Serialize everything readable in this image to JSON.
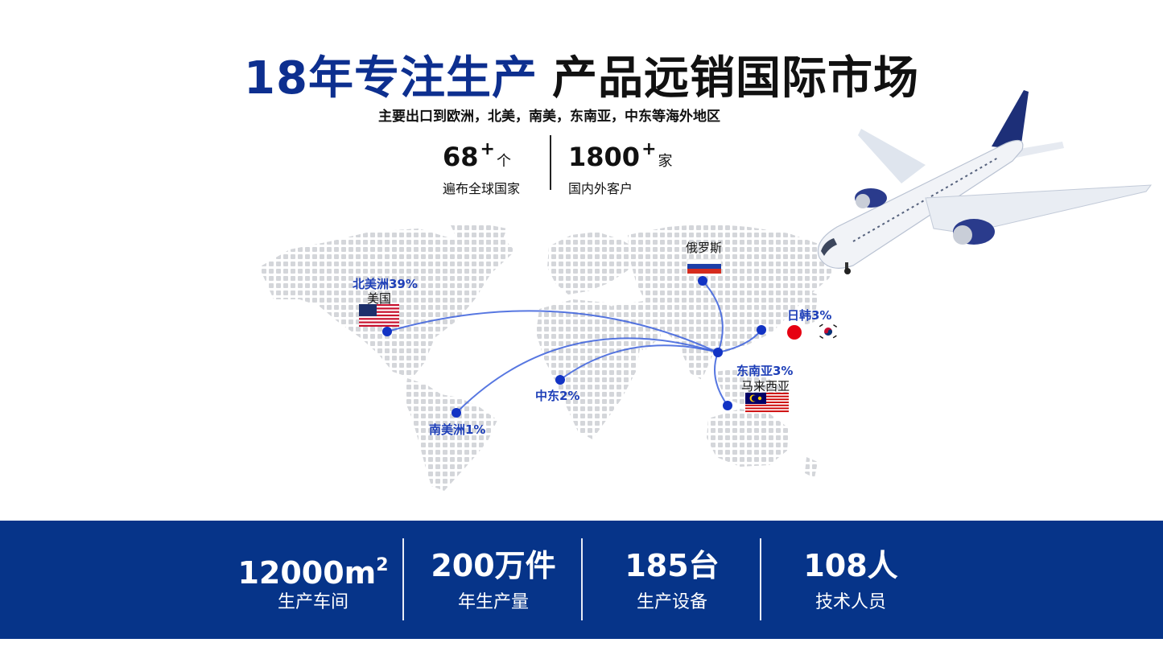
{
  "title": {
    "blue": "18年专注生产",
    "dark": "产品远销国际市场"
  },
  "subtitle": "主要出口到欧洲，北美，南美，东南亚，中东等海外地区",
  "top_stats": [
    {
      "value": "68",
      "sup": "+",
      "unit": "个",
      "label": "遍布全球国家"
    },
    {
      "value": "1800",
      "sup": "+",
      "unit": "家",
      "label": "国内外客户"
    }
  ],
  "map_labels": {
    "north_america": "北美洲39%",
    "usa": "美国",
    "russia": "俄罗斯",
    "japan_korea": "日韩3%",
    "southeast_asia": "东南亚3%",
    "malaysia": "马来西亚",
    "middle_east": "中东2%",
    "south_america": "南美洲1%"
  },
  "bottom_stats": [
    {
      "value": "12000m",
      "sup": "2",
      "label": "生产车间"
    },
    {
      "value": "200万件",
      "sup": "",
      "label": "年生产量"
    },
    {
      "value": "185台",
      "sup": "",
      "label": "生产设备"
    },
    {
      "value": "108人",
      "sup": "",
      "label": "技术人员"
    }
  ],
  "colors": {
    "accent": "#0d2f8f",
    "bar": "#063489",
    "route": "#2b4fd4",
    "dot": "#1233c4"
  }
}
